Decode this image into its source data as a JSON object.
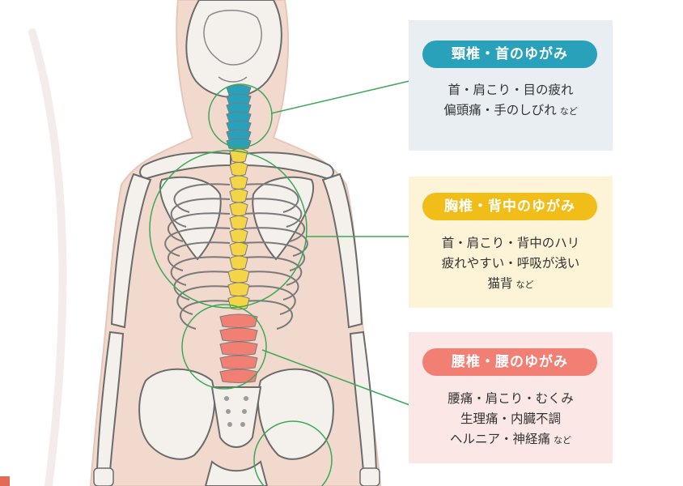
{
  "colors": {
    "cervical": "#2aa1ba",
    "thoracic": "#f5d548",
    "lumbar": "#f17f73",
    "ring": "#3ea85a",
    "body_skin": "#f2d9ce",
    "bone": "#f4f1ec",
    "card_neck_bg": "#e8eef1",
    "card_chest_bg": "#fdf3d7",
    "card_waist_bg": "#fbe8e6"
  },
  "cards": {
    "neck": {
      "title": "頸椎・首のゆがみ",
      "lines": [
        "首・肩こり・目の疲れ",
        "偏頭痛・手のしびれ"
      ],
      "suffix": "など"
    },
    "chest": {
      "title": "胸椎・背中のゆがみ",
      "lines": [
        "首・肩こり・背中のハリ",
        "疲れやすい・呼吸が浅い",
        "猫背"
      ],
      "suffix": "など"
    },
    "waist": {
      "title": "腰椎・腰のゆがみ",
      "lines": [
        "腰痛・肩こり・むくみ",
        "生理痛・内臓不調",
        "ヘルニア・神経痛"
      ],
      "suffix": "など"
    }
  }
}
